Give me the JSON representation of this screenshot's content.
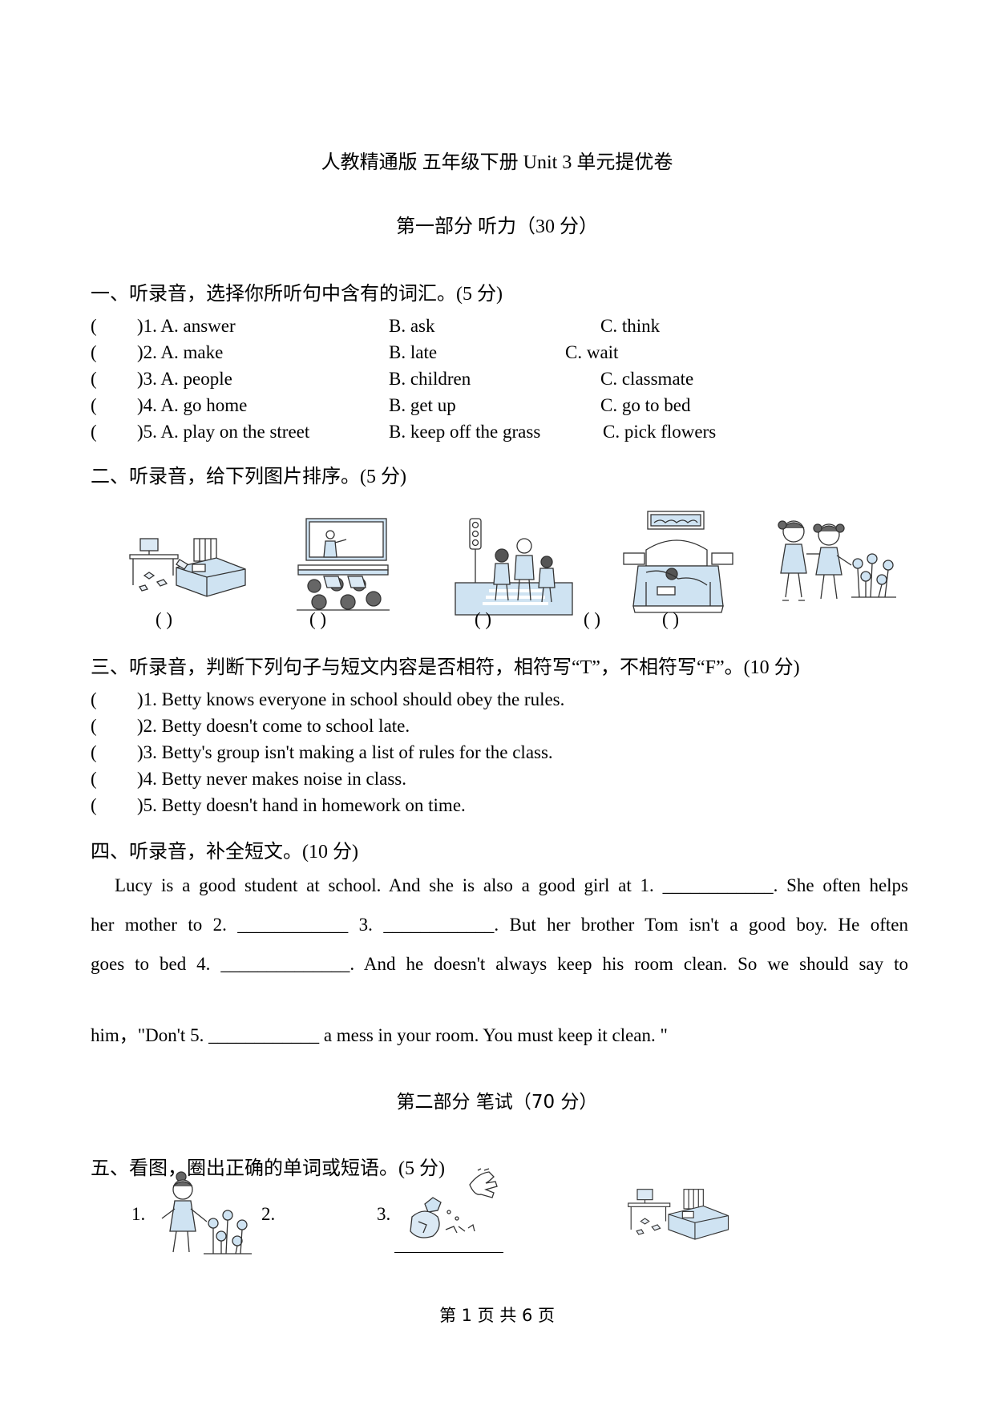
{
  "title": "人教精通版 五年级下册 Unit 3 单元提优卷",
  "part1": "第一部分  听力（30 分）",
  "sec1": {
    "heading": "一、听录音，选择你所听句中含有的词汇。(5 分)",
    "items": [
      {
        "paren": "(",
        "n": ")1. A. answer",
        "b": "B. ask",
        "c": "C. think"
      },
      {
        "paren": "(",
        "n": ")2. A. make",
        "b": "B. late",
        "c": "C. wait"
      },
      {
        "paren": "(",
        "n": ")3. A. people",
        "b": "B. children",
        "c": "C. classmate"
      },
      {
        "paren": "(",
        "n": ")4. A. go home",
        "b": "B. get up",
        "c": "C. go to bed"
      },
      {
        "paren": "(",
        "n": ")5. A. play on the street",
        "b": "B. keep off the grass",
        "c": "C. pick flowers"
      }
    ]
  },
  "sec2": {
    "heading": "二、听录音，给下列图片排序。(5 分)",
    "blanks": [
      "(      )",
      "(      )",
      "(      )",
      "(   )",
      "(   )"
    ]
  },
  "sec3": {
    "heading": "三、听录音，判断下列句子与短文内容是否相符，相符写“T”，不相符写“F”。(10 分)",
    "items": [
      {
        "paren": "(",
        "text": ")1. Betty knows everyone in school should obey the rules."
      },
      {
        "paren": "(",
        "text": ")2. Betty doesn't come to school late."
      },
      {
        "paren": "(",
        "text": ")3. Betty's group isn't making a list of rules for the class."
      },
      {
        "paren": "(",
        "text": ")4. Betty never makes noise in class."
      },
      {
        "paren": "(",
        "text": ")5. Betty doesn't hand in homework on time."
      }
    ]
  },
  "sec4": {
    "heading": "四、听录音，补全短文。(10 分)",
    "lines": [
      "Lucy is a good student at school. And she is also a good girl at 1. ____________. She often helps",
      "her mother to 2. ____________ 3. ____________. But her brother Tom isn't a good boy. He often",
      "goes to bed 4. ______________. And he doesn't always keep his room clean. So we should say to",
      "him，\"Don't 5. ____________ a mess in your room. You must keep it clean. \""
    ]
  },
  "part2": "第二部分  笔试（70 分）",
  "sec5": {
    "heading": "五、看图，圈出正确的单词或短语。(5 分)",
    "nums": [
      "1.",
      "2.",
      "3."
    ]
  },
  "footer": "第 1 页 共 6 页"
}
